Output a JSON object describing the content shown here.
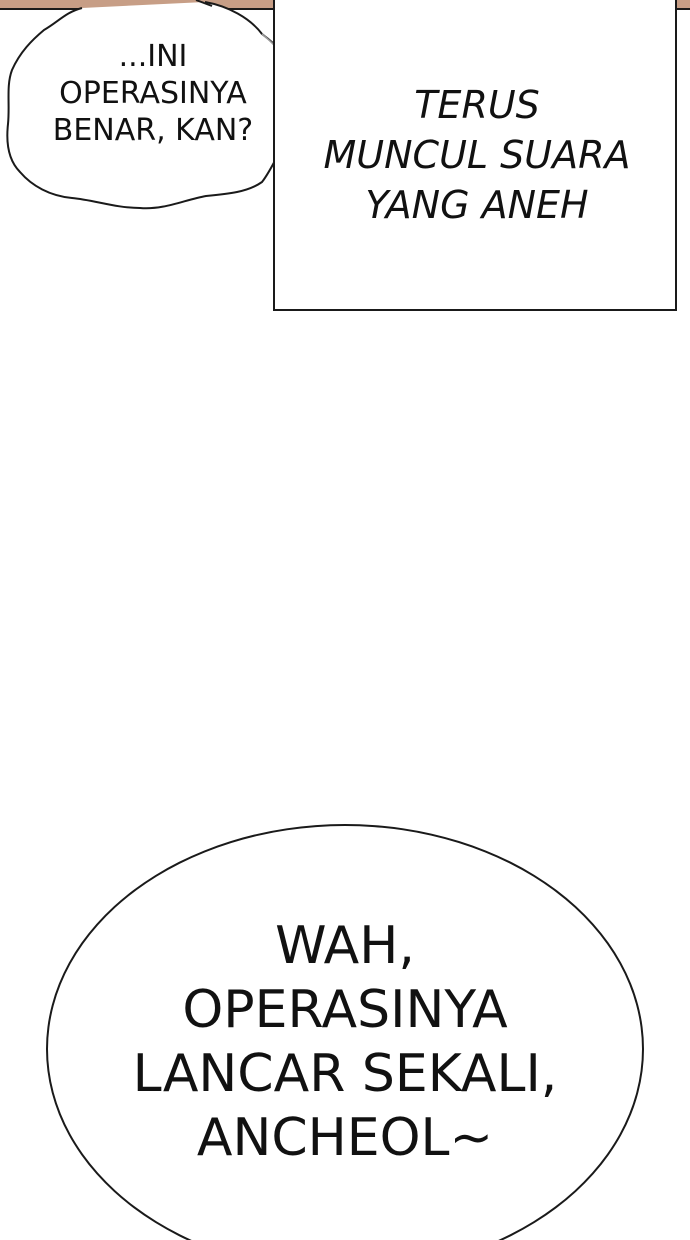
{
  "colors": {
    "background": "#ffffff",
    "ink": "#111111",
    "panel_border": "#1a1a1a",
    "previous_panel_tint": "#c79e86"
  },
  "speech_bubble_top": {
    "lines": [
      "...INI",
      "OPERASINYA",
      "BENAR, KAN?"
    ]
  },
  "narration_box": {
    "lines": [
      "TERUS",
      "MUNCUL SUARA",
      "YANG ANEH"
    ]
  },
  "speech_bubble_bottom": {
    "lines": [
      "WAH,",
      "OPERASINYA",
      "LANCAR SEKALI,",
      "ANCHEOL~"
    ]
  }
}
